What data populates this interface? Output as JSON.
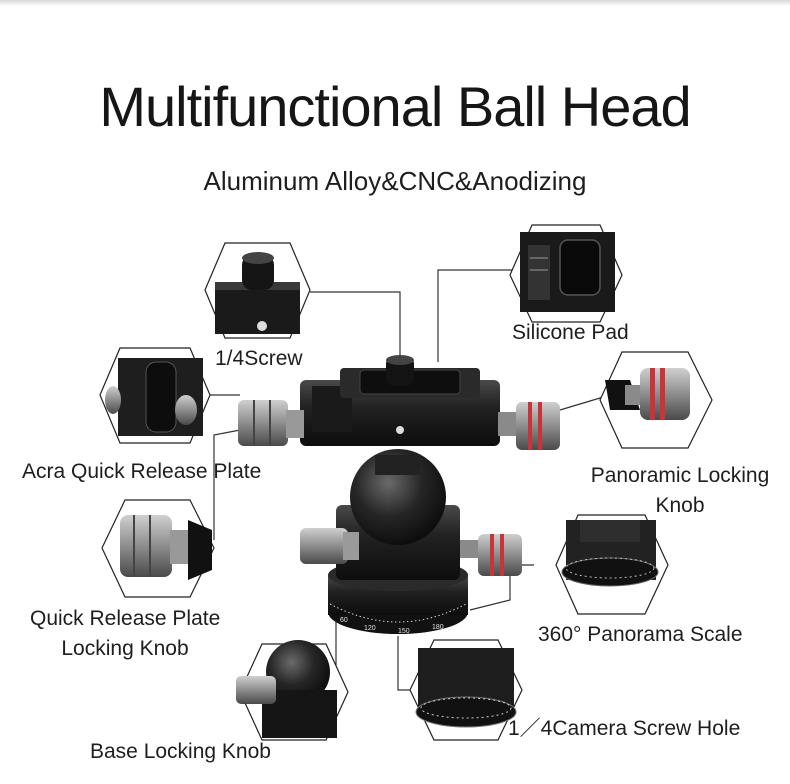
{
  "title": "Multifunctional Ball Head",
  "subtitle": "Aluminum Alloy&CNC&Anodizing",
  "labels": {
    "screw": "1/4Screw",
    "silicone_pad": "Silicone Pad",
    "acra_plate": "Acra Quick Release Plate",
    "panoramic_knob_line1": "Panoramic Locking",
    "panoramic_knob_line2": "Knob",
    "qr_knob_line1": "Quick Release Plate",
    "qr_knob_line2": "Locking Knob",
    "panorama_scale": "360°  Panorama Scale",
    "camera_screw_hole": "1／4Camera Screw Hole",
    "base_knob": "Base Locking Knob"
  },
  "scale_ticks": [
    "60",
    "120",
    "150",
    "180"
  ],
  "colors": {
    "text": "#1e1e1e",
    "metal_dark": "#1c1c1c",
    "metal_gray": "#8a8a8a",
    "accent_red": "#c8343a"
  }
}
